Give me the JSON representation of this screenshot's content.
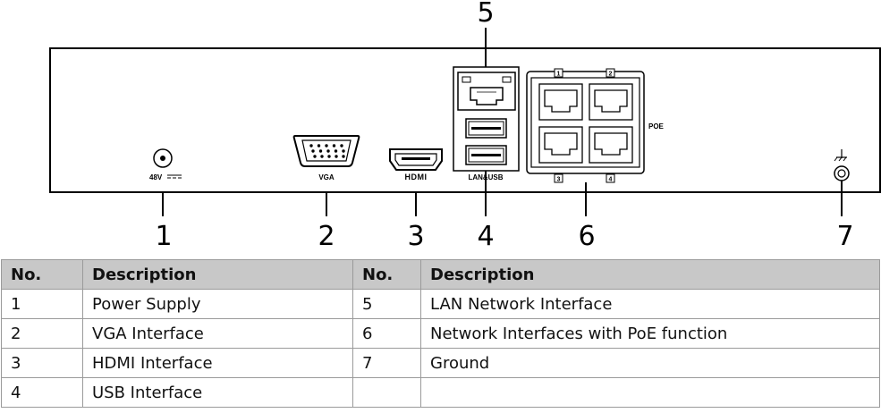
{
  "panel": {
    "labels": {
      "power": "48V",
      "vga": "VGA",
      "hdmi": "HDMI",
      "lan_usb": "LAN&USB",
      "poe": "POE",
      "port1": "1",
      "port2": "2",
      "port3": "3",
      "port4": "4"
    },
    "callouts": [
      "1",
      "2",
      "3",
      "4",
      "5",
      "6",
      "7"
    ]
  },
  "table": {
    "headers": [
      "No.",
      "Description",
      "No.",
      "Description"
    ],
    "rows": [
      [
        "1",
        "Power Supply",
        "5",
        "LAN Network Interface"
      ],
      [
        "2",
        "VGA Interface",
        "6",
        "Network Interfaces with PoE function"
      ],
      [
        "3",
        "HDMI Interface",
        "7",
        "Ground"
      ],
      [
        "4",
        "USB Interface",
        "",
        ""
      ]
    ]
  }
}
